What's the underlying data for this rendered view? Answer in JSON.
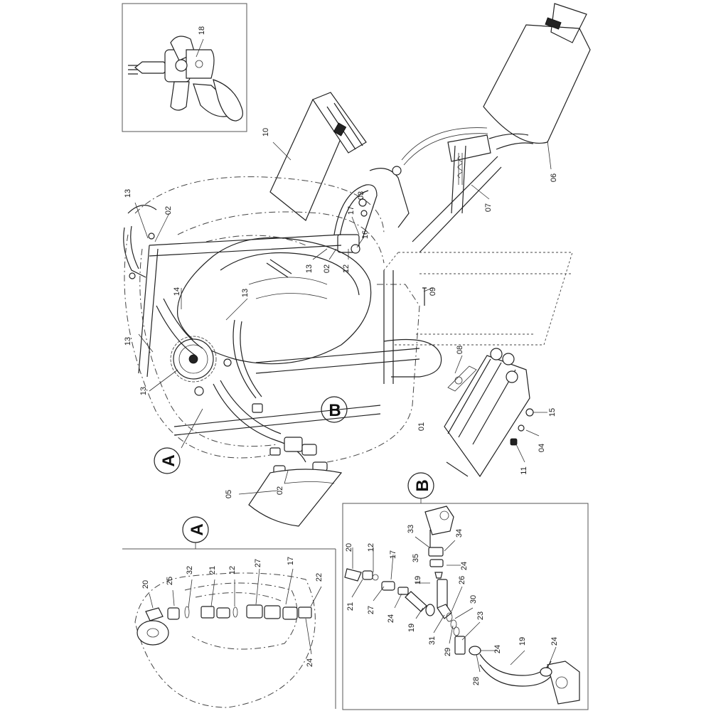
{
  "labels": {
    "main": [
      "18",
      "10",
      "06",
      "07",
      "13",
      "02",
      "03",
      "17",
      "16",
      "13",
      "02",
      "12",
      "09",
      "13",
      "14",
      "13",
      "13",
      "08",
      "01",
      "15",
      "04",
      "11",
      "05",
      "02"
    ],
    "callout_a": "A",
    "callout_b": "B",
    "detail_a": [
      "20",
      "25",
      "32",
      "21",
      "12",
      "27",
      "17",
      "22",
      "24"
    ],
    "detail_b": [
      "20",
      "12",
      "17",
      "33",
      "34",
      "35",
      "24",
      "19",
      "26",
      "30",
      "23",
      "21",
      "27",
      "24",
      "19",
      "31",
      "29",
      "28",
      "24",
      "19",
      "24"
    ]
  }
}
